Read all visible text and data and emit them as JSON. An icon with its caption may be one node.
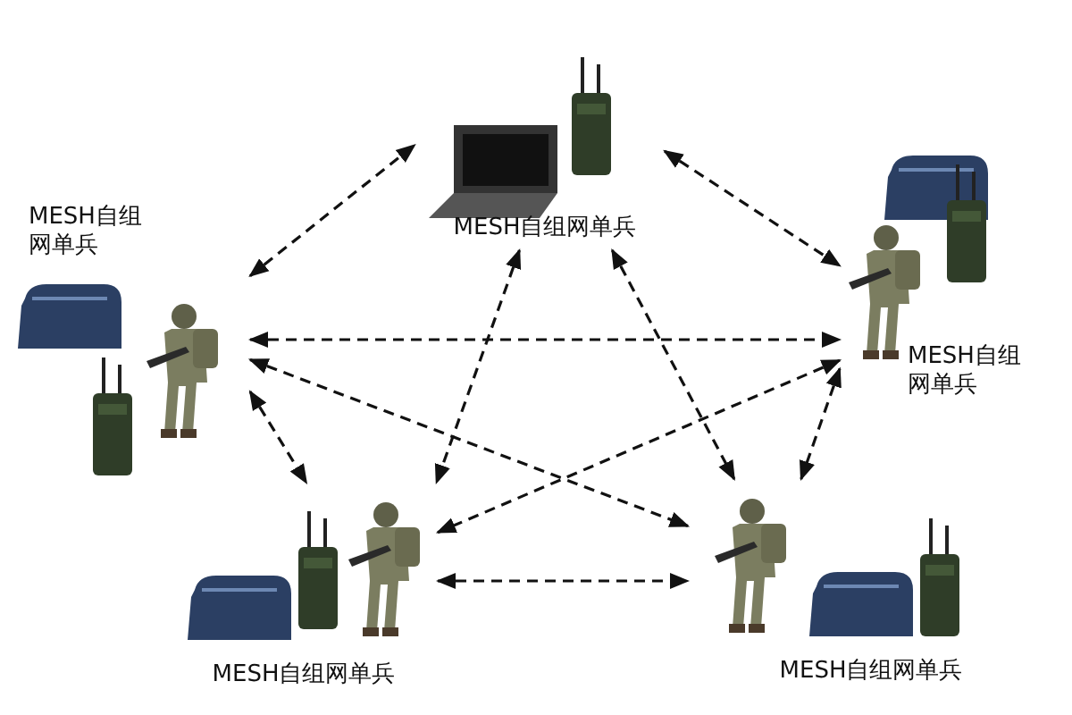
{
  "diagram": {
    "nodes": [
      {
        "text": [
          "MESH自组网单兵"
        ]
      },
      {
        "text": [
          "MESH自组网单兵"
        ]
      },
      {
        "text": [
          "MESH自组网单兵"
        ]
      },
      {
        "text": [
          "MESH自组网单兵"
        ]
      },
      {
        "text": [
          "MESH自组网单兵"
        ]
      }
    ],
    "edges": [
      {
        "from": 1,
        "to": 0,
        "arrow": "both",
        "style": "dashed"
      },
      {
        "from": 0,
        "to": 2,
        "arrow": "both",
        "style": "dashed"
      },
      {
        "from": 1,
        "to": 2,
        "arrow": "both",
        "style": "dashed"
      },
      {
        "from": 1,
        "to": 3,
        "arrow": "both",
        "style": "dashed"
      },
      {
        "from": 1,
        "to": 4,
        "arrow": "both",
        "style": "dashed"
      },
      {
        "from": 0,
        "to": 3,
        "arrow": "both",
        "style": "dashed"
      },
      {
        "from": 0,
        "to": 4,
        "arrow": "both",
        "style": "dashed"
      },
      {
        "from": 2,
        "to": 3,
        "arrow": "both",
        "style": "dashed"
      },
      {
        "from": 2,
        "to": 4,
        "arrow": "both",
        "style": "dashed"
      },
      {
        "from": 3,
        "to": 4,
        "arrow": "both",
        "style": "dashed"
      }
    ]
  }
}
